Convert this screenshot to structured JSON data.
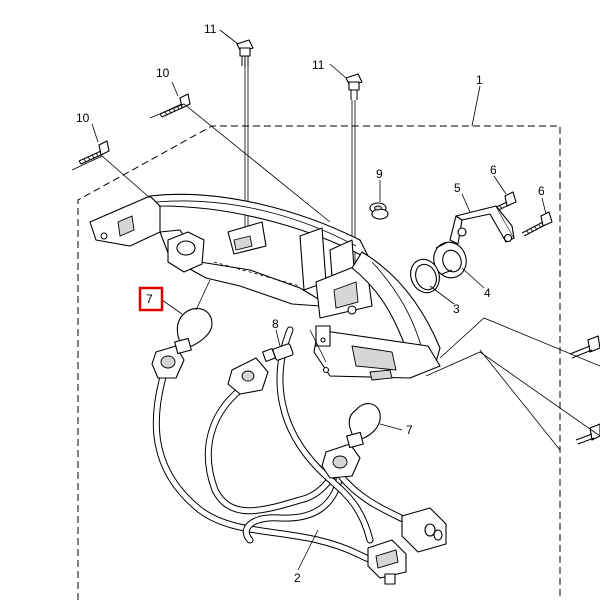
{
  "diagram": {
    "callouts": {
      "c1": "1",
      "c2": "2",
      "c3": "3",
      "c4": "4",
      "c5": "5",
      "c6a": "6",
      "c6b": "6",
      "c7a": "7",
      "c7b": "7",
      "c8": "8",
      "c9": "9",
      "c10a": "10",
      "c10b": "10",
      "c11a": "11",
      "c11b": "11"
    },
    "highlight_color": "#e00000"
  }
}
